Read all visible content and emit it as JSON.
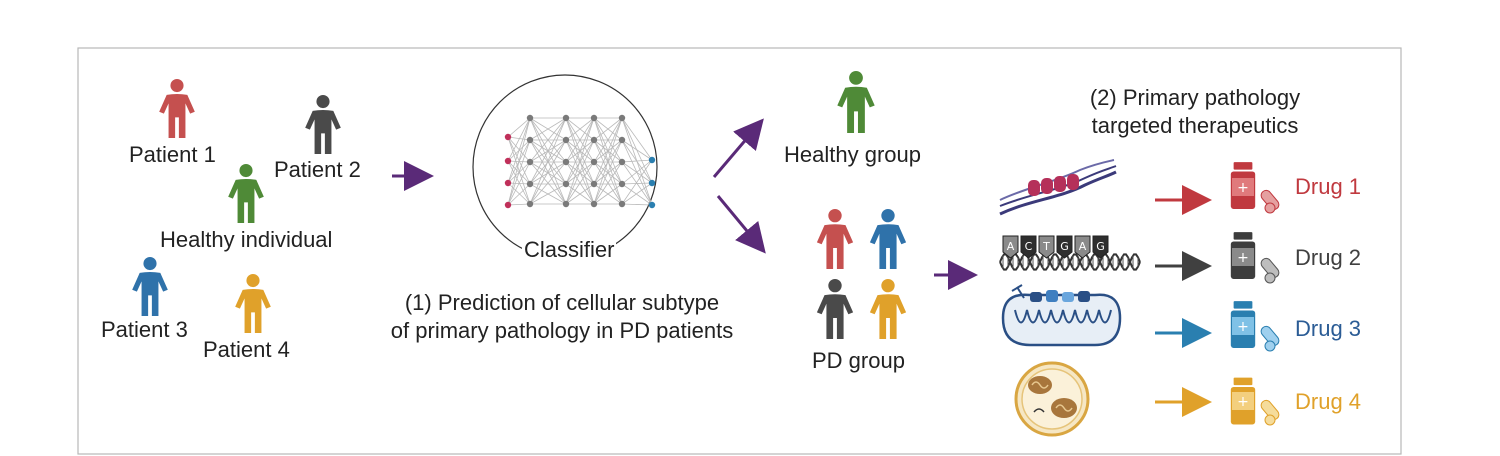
{
  "people": {
    "patient1": "Patient 1",
    "patient2": "Patient 2",
    "healthy_individual": "Healthy individual",
    "patient3": "Patient 3",
    "patient4": "Patient 4"
  },
  "classifier": {
    "label": "Classifier"
  },
  "step1": {
    "line1": "(1) Prediction of cellular subtype",
    "line2": "of primary pathology in PD patients"
  },
  "groups": {
    "healthy": "Healthy group",
    "pd": "PD group"
  },
  "step2": {
    "line1": "(2) Primary pathology",
    "line2": "targeted therapeutics"
  },
  "dna_letters": [
    "A",
    "C",
    "T",
    "G",
    "A",
    "G"
  ],
  "drugs": [
    {
      "label": "Drug 1",
      "color": "#c0393f"
    },
    {
      "label": "Drug 2",
      "color": "#404040"
    },
    {
      "label": "Drug 3",
      "color": "#2b5c95"
    },
    {
      "label": "Drug 4",
      "color": "#e0a12a"
    }
  ],
  "colors": {
    "red": "#c5504f",
    "dark": "#4a4a4a",
    "green": "#4f8a37",
    "blue": "#2f72aa",
    "orange": "#e0a12a",
    "arrow": "#5a2a78"
  }
}
